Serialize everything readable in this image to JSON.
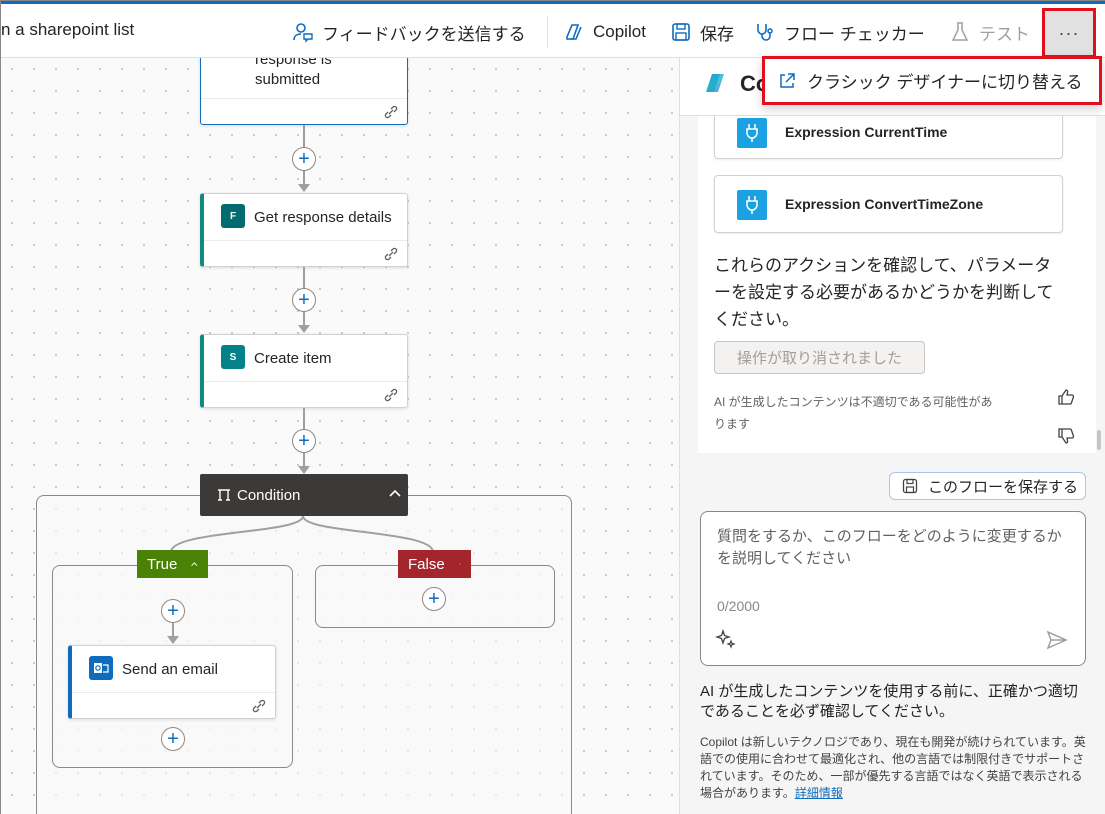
{
  "toolbar": {
    "flow_title": "n a sharepoint list",
    "feedback": "フィードバックを送信する",
    "copilot": "Copilot",
    "save": "保存",
    "flow_checker": "フロー チェッカー",
    "test": "テスト",
    "more": "···"
  },
  "menu": {
    "switch_classic": "クラシック デザイナーに切り替える"
  },
  "flow": {
    "trigger_title_line1": "response is",
    "trigger_title_line2": "submitted",
    "get_response": "Get response details",
    "create_item": "Create item",
    "condition": "Condition",
    "true_label": "True",
    "false_label": "False",
    "send_email": "Send an email",
    "forms_badge": "F",
    "sp_badge": "S"
  },
  "copilot": {
    "name": "Copilot",
    "action1": "Expression CurrentTime",
    "action2": "Expression ConvertTimeZone",
    "message": "これらのアクションを確認して、パラメーターを設定する必要があるかどうかを判断してください。",
    "cancelled": "操作が取り消されました",
    "ai_note": "AI が生成したコンテンツは不適切である可能性があります",
    "save_flow": "このフローを保存する",
    "chat_placeholder": "質問をするか、このフローをどのように変更するかを説明してください",
    "char_count": "0/2000",
    "disclaimer": "AI が生成したコンテンツを使用する前に、正確かつ適切であることを必ず確認してください。",
    "fine_print": "Copilot は新しいテクノロジであり、現在も開発が続けられています。英語での使用に合わせて最適化され、他の言語では制限付きでサポートされています。そのため、一部が優先する言語ではなく英語で表示される場合があります。",
    "learn_more": "詳細情報"
  },
  "colors": {
    "accent": "#0f6cbd",
    "highlight": "#e0101c",
    "true_green": "#498205",
    "false_red": "#a4262c",
    "condition_dark": "#3b3a39"
  }
}
